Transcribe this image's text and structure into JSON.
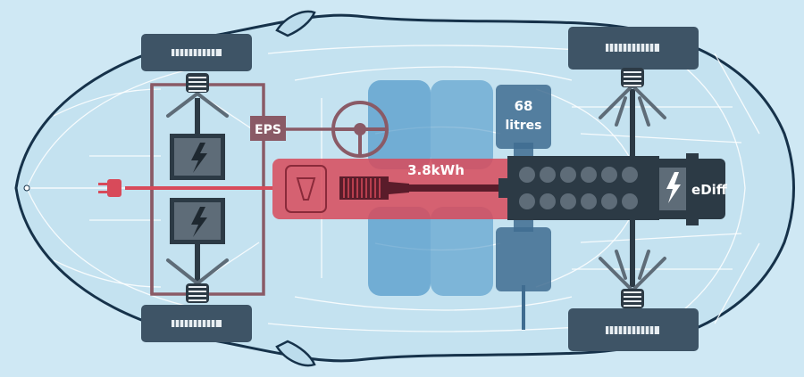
{
  "labels": {
    "eps": "EPS",
    "battery": "3.8kWh",
    "fuel_line1": "68",
    "fuel_line2": "litres",
    "ediff": "eDiff"
  },
  "colors": {
    "background": "#cfe8f4",
    "body_outline": "#16324a",
    "body_lines": "#ffffff",
    "tire": "#3e5466",
    "wheel_hub": "#e8eef2",
    "electric_red": "#d84a5a",
    "battery_dark": "#5a1c2a",
    "power_line": "#8a5a66",
    "seat_blue": "#4f97c8",
    "fuel_tank": "#3f6c90",
    "engine_dark": "#2c3a45",
    "motor_gray": "#5e6c78",
    "motor_bolt": "#ffffff"
  },
  "icons": [
    "lightning-bolt-icon",
    "plug-icon",
    "steering-wheel-icon",
    "coil-spring-icon"
  ]
}
